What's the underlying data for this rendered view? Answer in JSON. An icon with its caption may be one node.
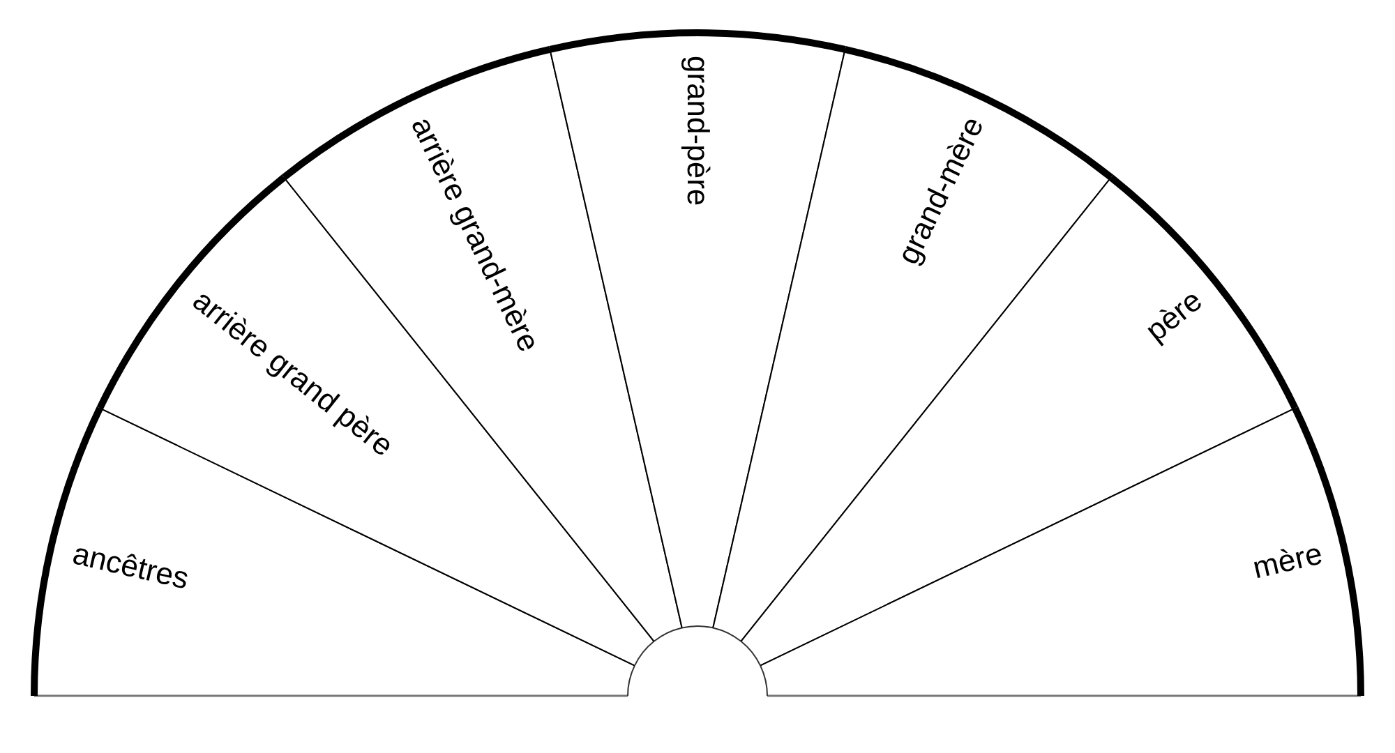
{
  "diagram": {
    "nodes": [
      {
        "text": [
          "ancêtres"
        ]
      },
      {
        "text": [
          "arrière grand père"
        ]
      },
      {
        "text": [
          "arrière grand-mère"
        ]
      },
      {
        "text": [
          "grand-père"
        ]
      },
      {
        "text": [
          "grand-mère"
        ]
      },
      {
        "text": [
          "père"
        ]
      },
      {
        "text": [
          "mère"
        ]
      }
    ]
  }
}
